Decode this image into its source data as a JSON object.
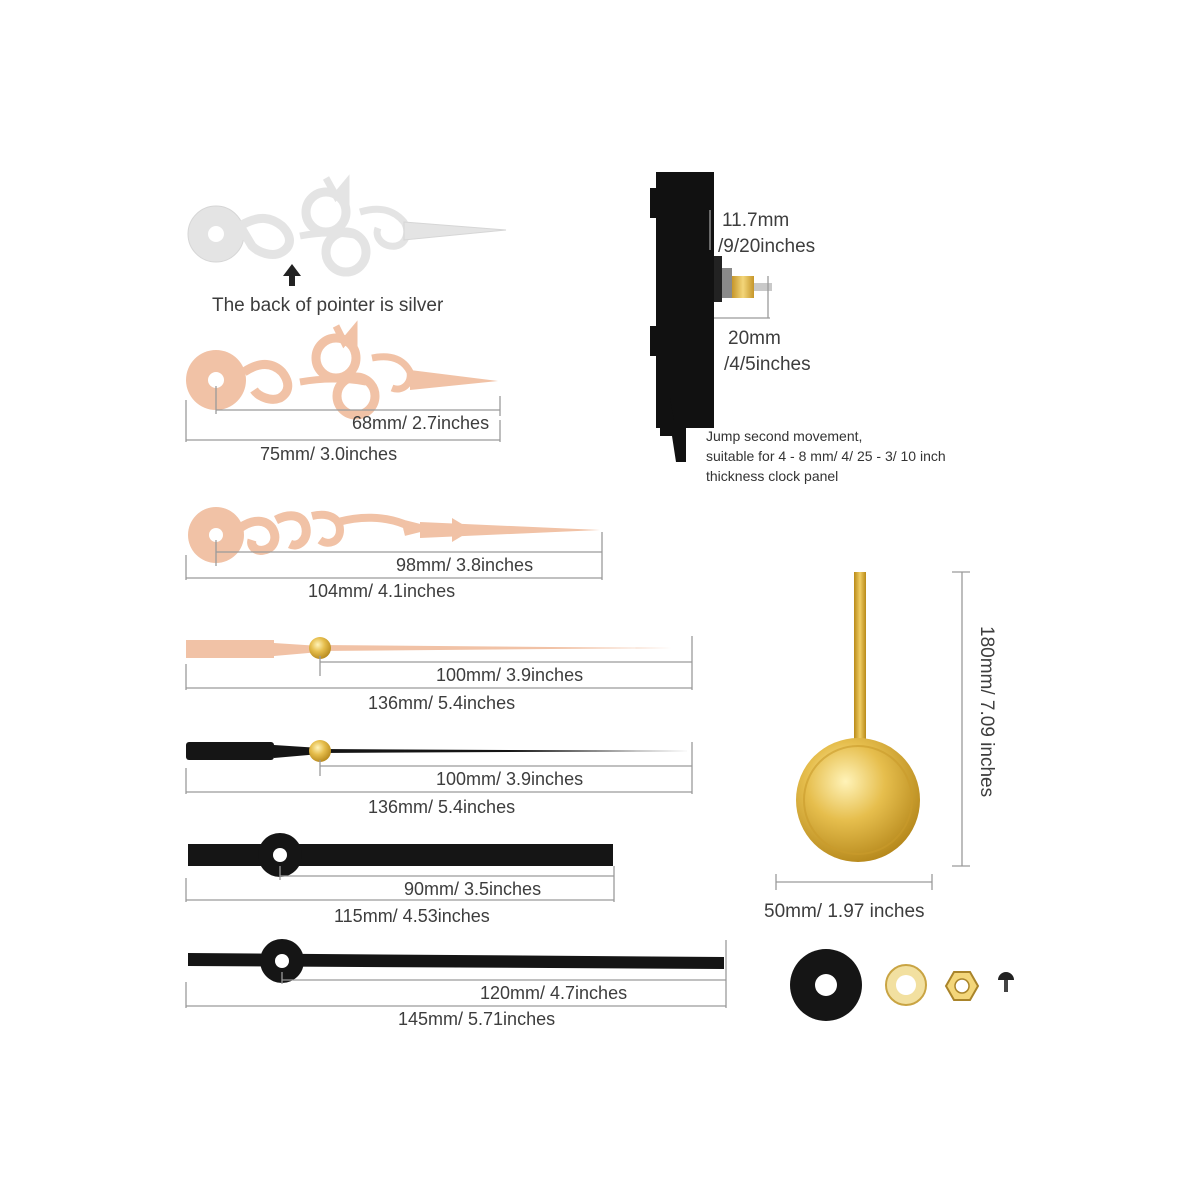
{
  "colors": {
    "silver": "#e4e4e4",
    "rose_gold": "#f1c2a6",
    "black": "#151515",
    "gold": "#d8ad3a",
    "dimension_line": "#9a9a9a"
  },
  "labels": {
    "silver_note": "The back of pointer is silver",
    "ornate_small_inner": "68mm/ 2.7inches",
    "ornate_small_total": "75mm/ 3.0inches",
    "ornate_large_inner": "98mm/ 3.8inches",
    "ornate_large_total": "104mm/ 4.1inches",
    "second_rose_inner": "100mm/ 3.9inches",
    "second_rose_total": "136mm/ 5.4inches",
    "second_black_inner": "100mm/ 3.9inches",
    "second_black_total": "136mm/ 5.4inches",
    "hour_inner": "90mm/ 3.5inches",
    "hour_total": "115mm/ 4.53inches",
    "minute_inner": "120mm/ 4.7inches",
    "minute_total": "145mm/ 5.71inches",
    "shaft_width_mm": "11.7mm",
    "shaft_width_in": "/9/20inches",
    "shaft_length_mm": "20mm",
    "shaft_length_in": "/4/5inches",
    "movement_line1": "Jump second movement,",
    "movement_line2": "suitable for 4 - 8 mm/ 4/ 25 - 3/ 10 inch",
    "movement_line3": "thickness clock panel",
    "pendulum_length": "180mm/ 7.09 inches",
    "pendulum_width": "50mm/ 1.97 inches"
  },
  "icons": {
    "arrow": "up-arrow-icon",
    "movement": "clock-movement-icon",
    "pendulum": "pendulum-icon",
    "accessories": [
      "rubber-washer-icon",
      "brass-washer-icon",
      "hex-nut-icon",
      "screw-icon"
    ]
  }
}
